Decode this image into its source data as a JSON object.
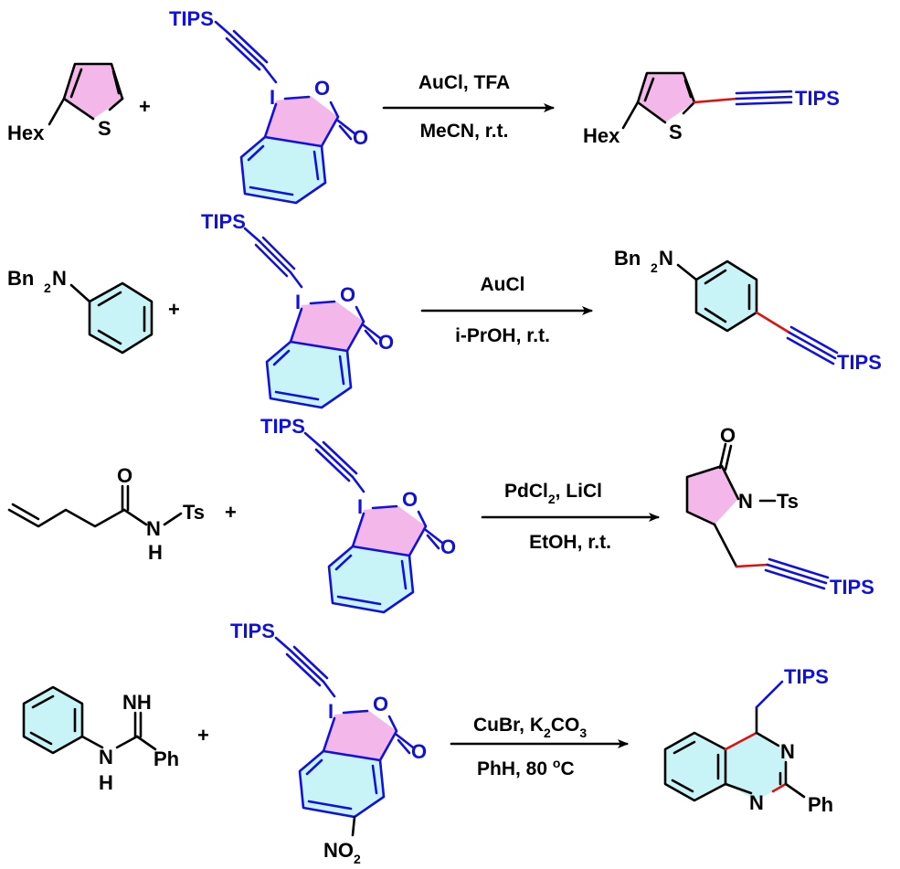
{
  "labels": {
    "tips": "TIPS",
    "hex": "Hex",
    "s": "S",
    "plus": "+",
    "i": "I",
    "o": "O",
    "bn": "Bn",
    "sub2": "2",
    "n": "N",
    "h": "H",
    "ts": "Ts",
    "nh": "NH",
    "ph": "Ph",
    "no": "NO",
    "dash": "–"
  },
  "reactions": [
    {
      "reagents": "AuCl, TFA",
      "solvent": "MeCN, r.t."
    },
    {
      "reagents": "AuCl",
      "solvent": "i-PrOH, r.t."
    },
    {
      "reagents_a": "PdCl",
      "reagents_sub": "2",
      "reagents_b": ", LiCl",
      "solvent": "EtOH, r.t."
    },
    {
      "reagents_a": "CuBr, K",
      "reagents_sub1": "2",
      "reagents_mid": "CO",
      "reagents_sub2": "3",
      "solvent_a": "PhH, 80 ",
      "solvent_sup": "o",
      "solvent_b": "C"
    }
  ],
  "colors": {
    "reagent_bonds": "#1010e0",
    "new_bond": "#e01010",
    "ring_fill_pink": "#f4b7e9",
    "ring_fill_cyan": "#c9f4f7"
  }
}
